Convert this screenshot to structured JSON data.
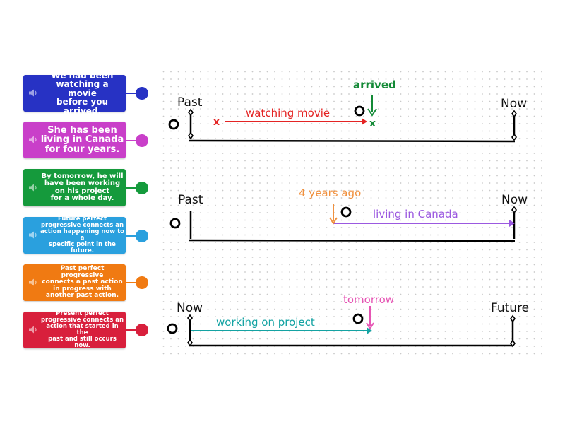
{
  "cards": [
    {
      "text": "We had been\nwatching a movie\nbefore you arrived.",
      "color": "#2732c4",
      "font_px": 12
    },
    {
      "text": "She has been\nliving in Canada\nfor four years.",
      "color": "#c93fc9",
      "font_px": 13
    },
    {
      "text": "By tomorrow, he will\nhave been working\non his project\nfor a whole day.",
      "color": "#159a3c",
      "font_px": 10
    },
    {
      "text": "Future perfect\nprogressive connects an\naction happening now to a\nspecific point in the future.",
      "color": "#2aa0de",
      "font_px": 8.5
    },
    {
      "text": "Past perfect progressive\nconnects a past action\nin progress with\nanother past action.",
      "color": "#f07a12",
      "font_px": 9
    },
    {
      "text": "Present perfect\nprogressive connects an\naction that started in the\npast and still occurs now.",
      "color": "#d81f3c",
      "font_px": 8.5
    }
  ],
  "timelines": [
    {
      "start_label": "Past",
      "end_label": "Now",
      "action_label": "watching movie",
      "action_color": "#e42424",
      "marker_label": "arrived",
      "marker_color": "#138a36",
      "start_mark": "x",
      "end_mark": "x"
    },
    {
      "start_label": "Past",
      "end_label": "Now",
      "action_label": "living in Canada",
      "action_color": "#9b59e0",
      "marker_label": "4 years ago",
      "marker_color": "#f0913f"
    },
    {
      "start_label": "Now",
      "end_label": "Future",
      "action_label": "working on project",
      "action_color": "#14a3a3",
      "marker_label": "tomorrow",
      "marker_color": "#e655b4"
    }
  ]
}
